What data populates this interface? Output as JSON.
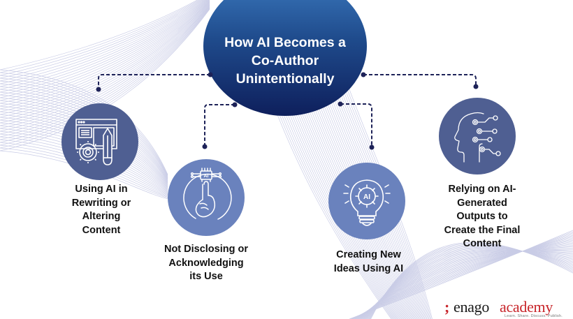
{
  "hub": {
    "title": "How AI Becomes a\nCo-Author\nUnintentionally"
  },
  "nodes": [
    {
      "label": "Using AI in\nRewriting or\nAltering\nContent",
      "icon": "web-design-gear-pencil-icon"
    },
    {
      "label": "Not Disclosing or\nAcknowledging\nits Use",
      "icon": "ai-chip-finger-silence-icon"
    },
    {
      "label": "Creating New\nIdeas Using AI",
      "icon": "ai-lightbulb-gear-icon"
    },
    {
      "label": "Relying on AI-\nGenerated\nOutputs to\nCreate the Final\nContent",
      "icon": "ai-head-circuit-icon"
    }
  ],
  "logo": {
    "mark": ";",
    "brand": "enago",
    "brand_accent": "academy",
    "tagline": "Learn. Share. Discuss. Publish."
  },
  "colors": {
    "hub_top": "#3a78bd",
    "hub_bottom": "#0e1f5c",
    "node_dark": "#4f5f92",
    "node_light": "#6a82bd",
    "connector": "#1d2258",
    "bg_lines": "#c9cce6",
    "logo_red": "#c8262b"
  }
}
